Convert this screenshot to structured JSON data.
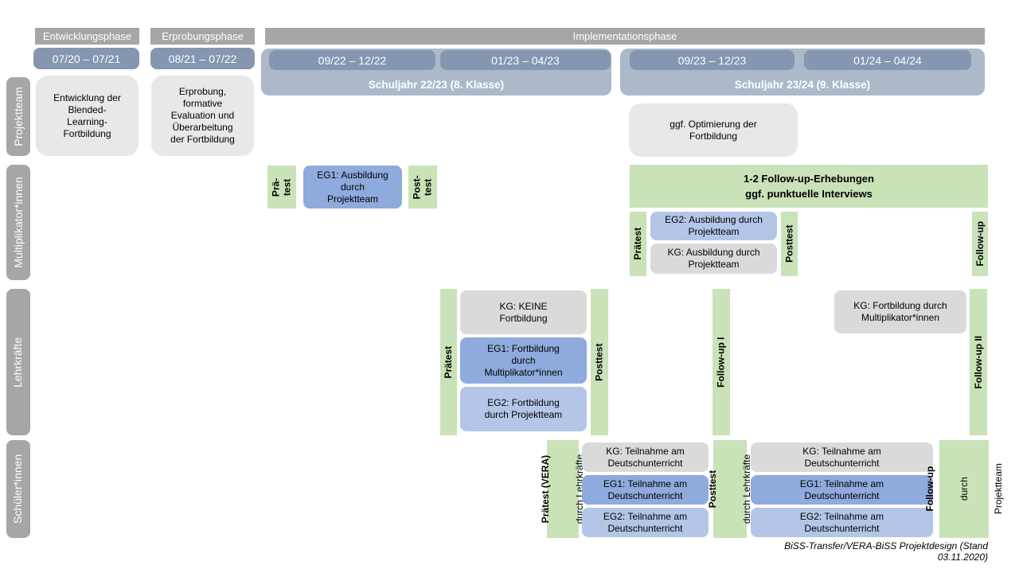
{
  "header": {
    "phases": [
      "Entwicklungsphase",
      "Erprobungsphase",
      "Implementationsphase"
    ],
    "dates": [
      "07/20 – 07/21",
      "08/21 – 07/22",
      "09/22 – 12/22",
      "01/23 – 04/23",
      "09/23 – 12/23",
      "01/24 – 04/24"
    ],
    "school_years": [
      "Schuljahr 22/23 (8. Klasse)",
      "Schuljahr 23/24 (9. Klasse)"
    ]
  },
  "row_labels": [
    "Projektteam",
    "Multiplikator*innen",
    "Lehrkräfte",
    "Schüler*innen"
  ],
  "projektteam": {
    "entwicklung": "Entwicklung der\nBlended-\nLearning-\nFortbildung",
    "erprobung": "Erprobung,\nformative\nEvaluation und\nÜberarbeitung\nder Fortbildung",
    "optimierung": "ggf. Optimierung der\nFortbildung"
  },
  "multiplikatoren": {
    "praetest1": "Prä-\ntest",
    "eg1": "EG1: Ausbildung\ndurch\nProjektteam",
    "posttest1": "Post-\ntest",
    "banner": "1-2 Follow-up-Erhebungen\nggf. punktuelle Interviews",
    "praetest2": "Prätest",
    "eg2": "EG2: Ausbildung durch\nProjektteam",
    "kg": "KG: Ausbildung durch\nProjektteam",
    "posttest2": "Posttest",
    "followup": "Follow-up"
  },
  "lehrkraefte": {
    "praetest": "Prätest",
    "kg1": "KG: KEINE\nFortbildung",
    "eg1": "EG1: Fortbildung\ndurch\nMultiplikator*innen",
    "eg2": "EG2: Fortbildung\ndurch Projektteam",
    "posttest": "Posttest",
    "followup1": "Follow-up I",
    "kg2": "KG: Fortbildung durch\nMultiplikator*innen",
    "followup2": "Follow-up II"
  },
  "schueler": {
    "praetest_main": "Prätest (VERA)",
    "praetest_sub": "durch Lehrkräfte",
    "kg1": "KG: Teilnahme am\nDeutschunterricht",
    "eg1a": "EG1: Teilnahme am\nDeutschunterricht",
    "eg2a": "EG2: Teilnahme am\nDeutschunterricht",
    "posttest_main": "Posttest",
    "posttest_sub": "durch Lehrkräfte",
    "kg2": "KG: Teilnahme am\nDeutschunterricht",
    "eg1b": "EG1: Teilnahme am\nDeutschunterricht",
    "eg2b": "EG2: Teilnahme am\nDeutschunterricht",
    "followup_main": "Follow-up",
    "followup_sub1": "durch",
    "followup_sub2": "Projektteam"
  },
  "caption": "BiSS-Transfer/VERA-BiSS Projektdesign (Stand 03.11.2020)",
  "colors": {
    "phase_gray": "#a6a6a6",
    "date_blue": "#8496b0",
    "schoolyear_blue": "#acb9ca",
    "box_gray_light": "#e9e8e8",
    "box_gray_dark": "#dadada",
    "box_blue_medium": "#8faadc",
    "box_blue_light": "#b4c6e7",
    "green": "#c9e2b8"
  }
}
